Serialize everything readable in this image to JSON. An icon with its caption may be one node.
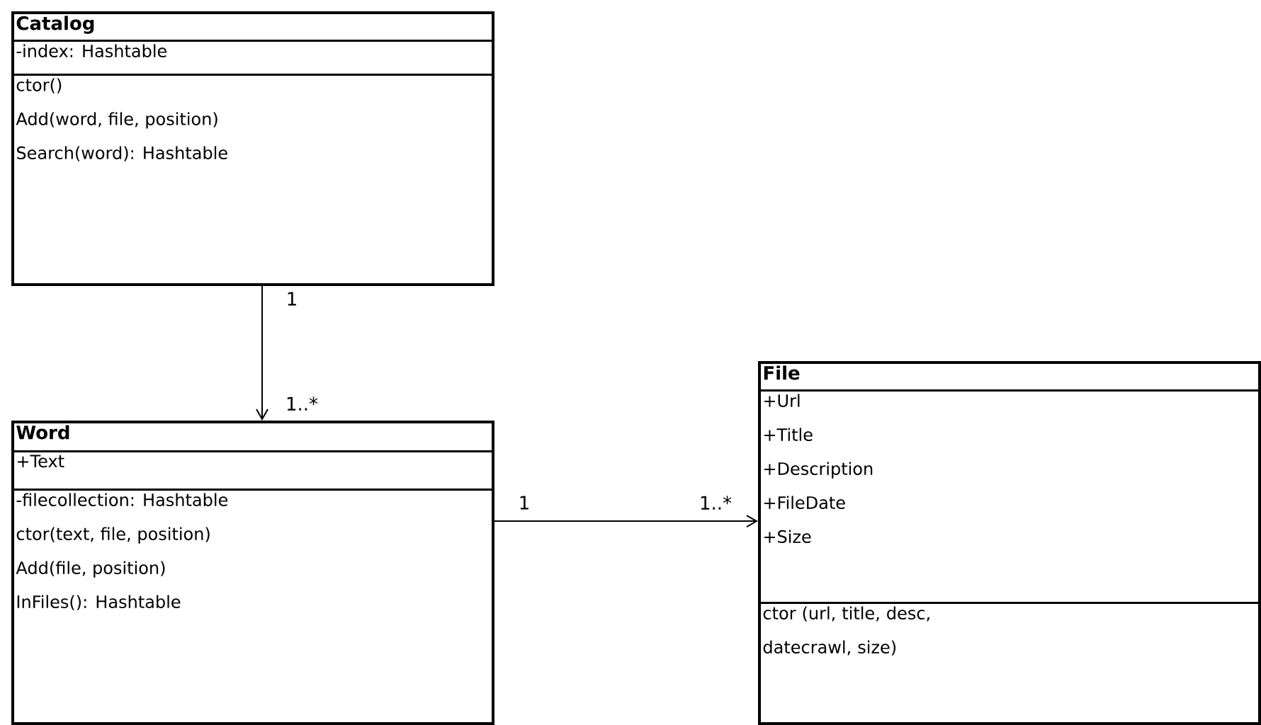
{
  "diagram": {
    "nodes": [
      {
        "text": [
          "Catalog"
        ]
      },
      {
        "text": [
          "-index: Hashtable"
        ],
        "in": 0
      },
      {
        "text": [
          "ctor()",
          "Add(word, file, position)",
          "Search(word): Hashtable"
        ],
        "in": 0
      },
      {
        "text": [
          "Word"
        ]
      },
      {
        "text": [
          "+Text"
        ],
        "in": 3
      },
      {
        "text": [
          "-filecollection: Hashtable",
          "ctor(text, file, position)",
          "Add(file, position)",
          "InFiles(): Hashtable"
        ],
        "in": 3
      },
      {
        "text": [
          "File"
        ]
      },
      {
        "text": [
          "+Url",
          "+Title",
          "+Description",
          "+FileDate",
          "+Size"
        ],
        "in": 6
      },
      {
        "text": [
          "ctor (url, title, desc, datecrawl, size)"
        ],
        "in": 6
      }
    ],
    "edges": [
      {
        "from": 0,
        "to": 3,
        "arrow": "to"
      },
      {
        "from": 3,
        "to": 6,
        "arrow": "to"
      }
    ],
    "labels": [
      "1",
      "1..*",
      "1",
      "1..*"
    ]
  }
}
